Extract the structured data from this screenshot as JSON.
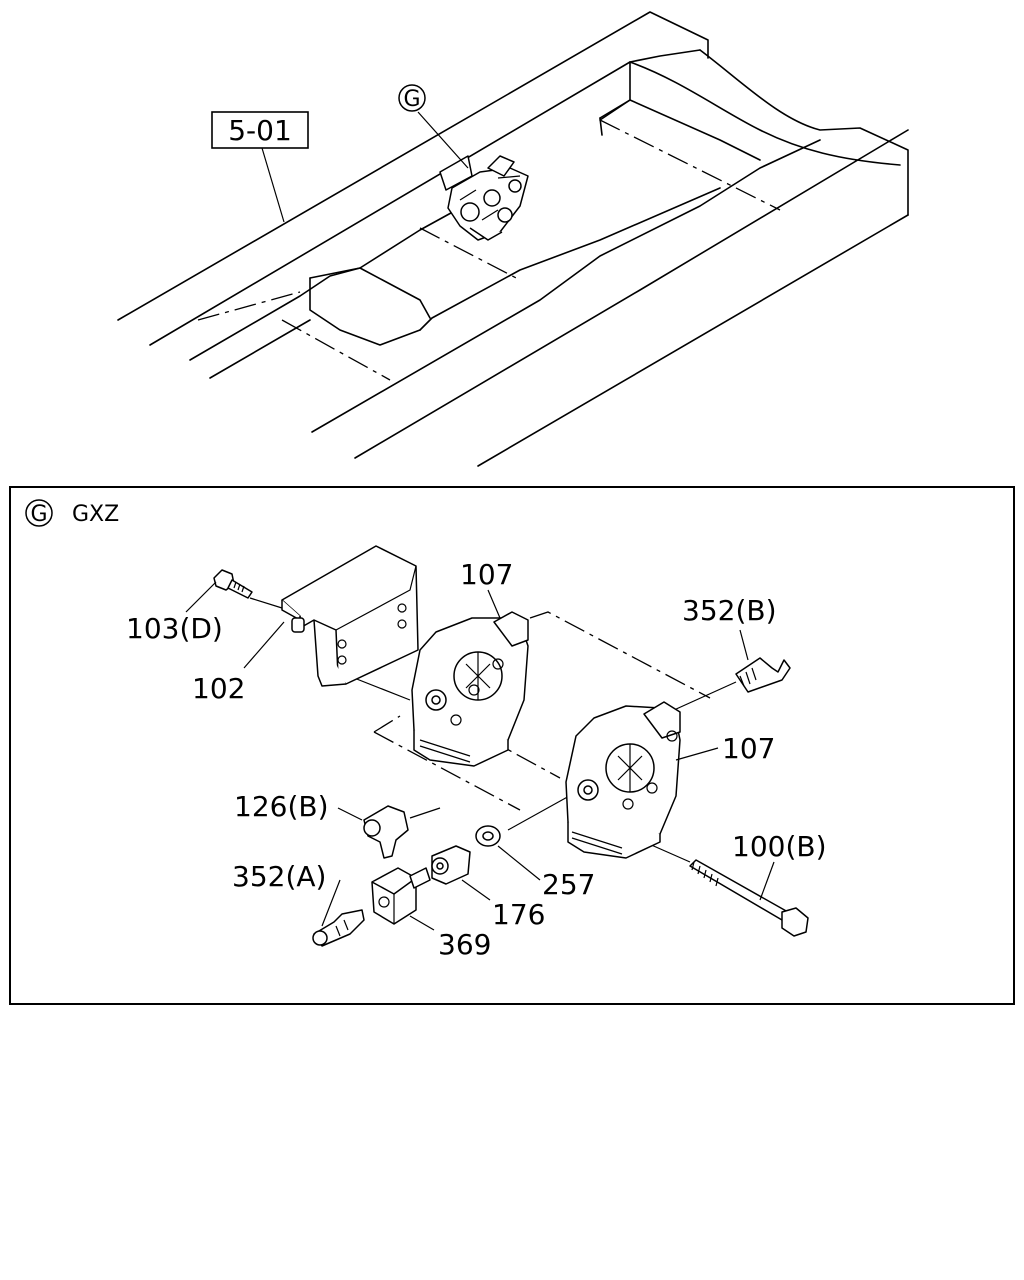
{
  "overview": {
    "ref_label": "5-01",
    "callout_letter": "G"
  },
  "detail": {
    "callout_letter": "G",
    "model_code": "GXZ",
    "parts": {
      "p103d": "103(D)",
      "p102": "102",
      "p107_top": "107",
      "p352b": "352(B)",
      "p107_right": "107",
      "p126b": "126(B)",
      "p352a": "352(A)",
      "p257": "257",
      "p176": "176",
      "p369": "369",
      "p100b": "100(B)"
    }
  }
}
